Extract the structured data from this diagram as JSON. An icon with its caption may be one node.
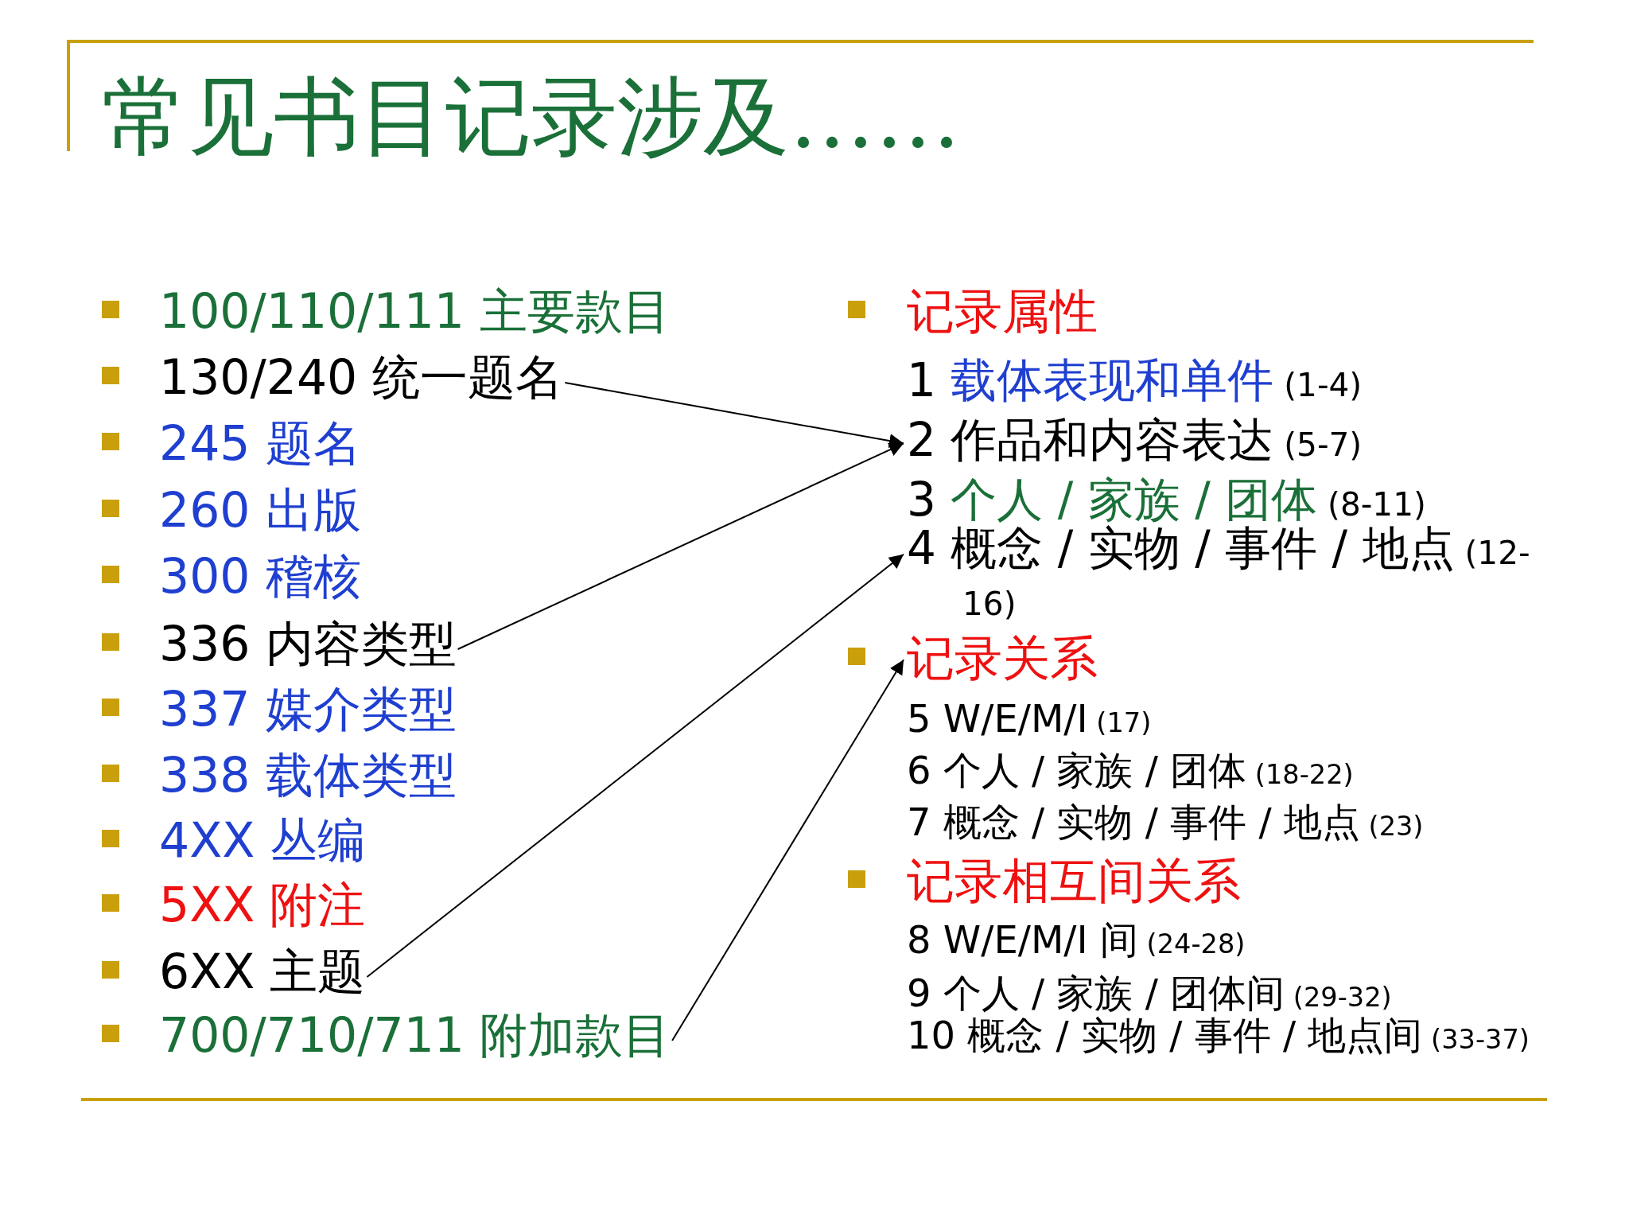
{
  "diagram": {
    "title": "常见书目记录涉及……",
    "nodes": [
      {
        "text": [
          "130/240 统一题名"
        ]
      },
      {
        "text": [
          "336 内容类型"
        ]
      },
      {
        "text": [
          "6XX 主题"
        ]
      },
      {
        "text": [
          "700/710/711 附加款目"
        ]
      },
      {
        "text": [
          "2 作品和内容表达 (5-7)"
        ]
      },
      {
        "text": [
          "4 概念 / 实物 / 事件 / 地点 (12-16)"
        ]
      },
      {
        "text": [
          "记录关系"
        ]
      }
    ],
    "edges": [
      {
        "from": 0,
        "to": 4,
        "arrow": "to"
      },
      {
        "from": 1,
        "to": 4,
        "arrow": "to"
      },
      {
        "from": 2,
        "to": 5,
        "arrow": "to"
      },
      {
        "from": 3,
        "to": 6,
        "arrow": "to"
      }
    ],
    "labels": [
      "100/110/111 主要款目",
      "245 题名",
      "260 出版",
      "300 稽核",
      "337 媒介类型",
      "338 载体类型",
      "4XX 丛编",
      "5XX 附注",
      "记录属性",
      "1 载体表现和单件 (1-4)",
      "3 个人 / 家族 / 团体 (8-11)",
      "5 W/E/M/I (17)",
      "6 个人 / 家族 / 团体 (18-22)",
      "7 概念 / 实物 / 事件 / 地点 (23)",
      "记录相互间关系",
      "8 W/E/M/I 间 (24-28)",
      "9 个人 / 家族 / 团体间 (29-32)",
      "10 概念 / 实物 / 事件 / 地点间 (33-37)"
    ]
  }
}
